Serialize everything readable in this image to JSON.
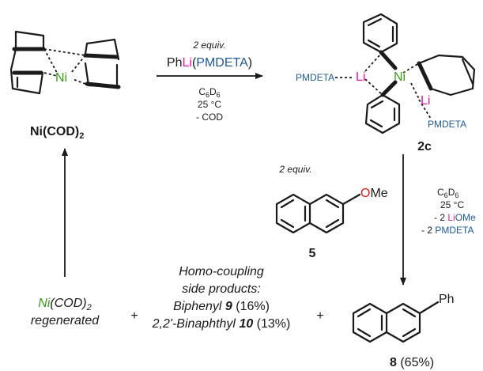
{
  "colors": {
    "black": "#1a1a1a",
    "li": "#e0189a",
    "ligand": "#1f5a96",
    "ni_green": "#3a9a1a",
    "oxygen": "#e21c1c"
  },
  "ni_cod2": {
    "label": "Ni(COD)",
    "sub": "2",
    "ni_atom": "Ni"
  },
  "arrow1": {
    "equiv": "2 equiv.",
    "reagent_ph": "Ph",
    "reagent_li": "Li",
    "reagent_open": "(",
    "reagent_ligand": "PMDETA",
    "reagent_close": ")",
    "solvent_c": "C",
    "solvent_sub1": "6",
    "solvent_d": "D",
    "solvent_sub2": "6",
    "temp": "25 °C",
    "loss": "- COD"
  },
  "complex_2c": {
    "label": "2c",
    "pmdeta_left": "PMDETA",
    "li_left": "Li",
    "ni": "Ni",
    "li_right": "Li",
    "pmdeta_right": "PMDETA"
  },
  "methoxynaph": {
    "equiv": "2 equiv.",
    "o": "O",
    "me": "Me",
    "label": "5"
  },
  "arrow2": {
    "solvent_c": "C",
    "solvent_sub1": "6",
    "solvent_d": "D",
    "solvent_sub2": "6",
    "temp": "25 °C",
    "loss1_prefix": "- 2 ",
    "loss1_li": "Li",
    "loss1_ome": "OMe",
    "loss2_prefix": "- 2 ",
    "loss2_ligand": "PMDETA"
  },
  "product_8": {
    "ph": "Ph",
    "label": "8",
    "yield": " (65%)"
  },
  "side": {
    "line1": "Homo-coupling",
    "line2": "side products:",
    "line3_name": "Biphenyl ",
    "line3_num": "9",
    "line3_yield": " (16%)",
    "line4_name": "2,2'-Binaphthyl ",
    "line4_num": "10",
    "line4_yield": " (13%)"
  },
  "regen": {
    "ni": "Ni",
    "rest": "(COD)",
    "sub": "2",
    "word": "regenerated"
  },
  "plus1": "+",
  "plus2": "+"
}
